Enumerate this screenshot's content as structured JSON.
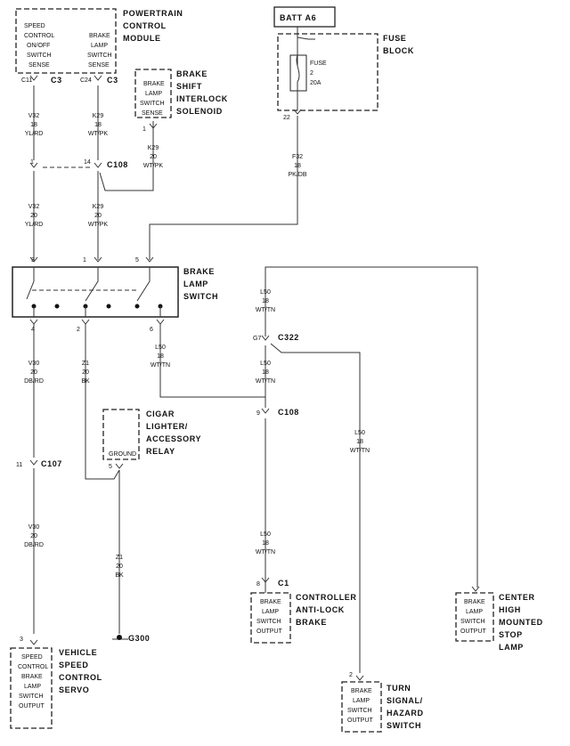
{
  "components": {
    "pcm": {
      "title_lines": [
        "POWERTRAIN",
        "CONTROL",
        "MODULE"
      ],
      "left_pin": [
        "SPEED",
        "CONTROL",
        "ON/OFF",
        "SWITCH",
        "SENSE"
      ],
      "right_pin": [
        "BRAKE",
        "LAMP",
        "SWITCH",
        "SENSE"
      ],
      "c11": "C11",
      "c3a": "C3",
      "c24": "C24",
      "c3b": "C3"
    },
    "shift_interlock": {
      "title_lines": [
        "BRAKE",
        "SHIFT",
        "INTERLOCK",
        "SOLENOID"
      ],
      "pin": [
        "BRAKE",
        "LAMP",
        "SWITCH",
        "SENSE"
      ],
      "pin_num": "1"
    },
    "batt": {
      "label": "BATT A6"
    },
    "fuse_block": {
      "title_lines": [
        "FUSE",
        "BLOCK"
      ],
      "fuse_lines": [
        "FUSE",
        "2",
        "20A"
      ],
      "out_pin": "22"
    },
    "brake_switch": {
      "title_lines": [
        "BRAKE",
        "LAMP",
        "SWITCH"
      ],
      "pins_top": [
        "3",
        "1",
        "5"
      ],
      "pins_bottom": [
        "4",
        "2",
        "6"
      ]
    },
    "relay": {
      "title_lines": [
        "CIGAR",
        "LIGHTER/",
        "ACCESSORY",
        "RELAY"
      ],
      "pin": "GROUND",
      "pin_num": "5"
    },
    "ground": {
      "label": "G300"
    },
    "vsc_servo": {
      "title_lines": [
        "VEHICLE",
        "SPEED",
        "CONTROL",
        "SERVO"
      ],
      "pin": [
        "SPEED",
        "CONTROL",
        "BRAKE",
        "LAMP",
        "SWITCH",
        "OUTPUT"
      ],
      "pin_num": "3"
    },
    "abs": {
      "title_lines": [
        "CONTROLLER",
        "ANTI-LOCK",
        "BRAKE"
      ],
      "pin": [
        "BRAKE",
        "LAMP",
        "SWITCH",
        "OUTPUT"
      ],
      "pin_num": "8",
      "connector": "C1"
    },
    "turn_signal": {
      "title_lines": [
        "TURN",
        "SIGNAL/",
        "HAZARD",
        "SWITCH"
      ],
      "pin": [
        "BRAKE",
        "LAMP",
        "SWITCH",
        "OUTPUT"
      ],
      "pin_num": "2"
    },
    "chmsl": {
      "title_lines": [
        "CENTER",
        "HIGH",
        "MOUNTED",
        "STOP",
        "LAMP"
      ],
      "pin": [
        "BRAKE",
        "LAMP",
        "SWITCH",
        "OUTPUT"
      ]
    }
  },
  "connectors": {
    "c108_top": {
      "name": "C108",
      "pin_a": "1",
      "pin_b": "14"
    },
    "c322": {
      "name": "C322",
      "pin": "G7"
    },
    "c108_mid": {
      "name": "C108",
      "pin": "9"
    },
    "c107": {
      "name": "C107",
      "pin": "11"
    }
  },
  "wires": {
    "v32_a": [
      "V32",
      "18",
      "YL/RD"
    ],
    "k29_a": [
      "K29",
      "18",
      "WT/PK"
    ],
    "k29_b": [
      "K29",
      "20",
      "WT/PK"
    ],
    "f32": [
      "F32",
      "18",
      "PK/DB"
    ],
    "v32_b": [
      "V32",
      "20",
      "YL/RD"
    ],
    "k29_c": [
      "K29",
      "20",
      "WT/PK"
    ],
    "l50_a": [
      "L50",
      "18",
      "WT/TN"
    ],
    "v30_a": [
      "V30",
      "20",
      "DB/RD"
    ],
    "z1_a": [
      "Z1",
      "20",
      "BK"
    ],
    "l50_b": [
      "L50",
      "18",
      "WT/TN"
    ],
    "l50_c": [
      "L50",
      "18",
      "WT/TN"
    ],
    "l50_d": [
      "L50",
      "18",
      "WT/TN"
    ],
    "v30_b": [
      "V30",
      "20",
      "DB/RD"
    ],
    "z1_b": [
      "Z1",
      "20",
      "BK"
    ],
    "l50_e": [
      "L50",
      "18",
      "WT/TN"
    ]
  }
}
